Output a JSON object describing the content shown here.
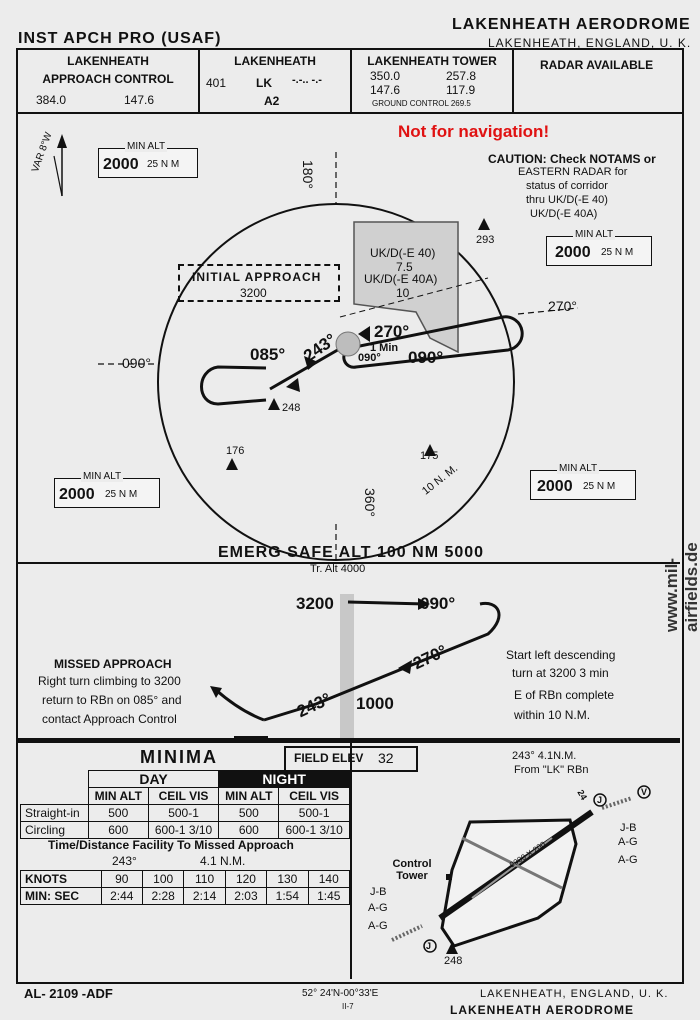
{
  "header": {
    "procedure_title": "INST APCH PRO (USAF)",
    "aerodrome_name": "LAKENHEATH AERODROME",
    "location": "LAKENHEATH, ENGLAND, U. K."
  },
  "comms": {
    "approach_control": {
      "line1": "LAKENHEATH",
      "line2": "APPROACH CONTROL",
      "freq1": "384.0",
      "freq2": "147.6"
    },
    "beacon": {
      "name": "LAKENHEATH",
      "freq": "401",
      "ident": "LK",
      "morse": "-.-.. -.-",
      "class": "A2"
    },
    "tower": {
      "label": "LAKENHEATH TOWER",
      "f1": "350.0",
      "f2": "257.8",
      "f3": "147.6",
      "f4": "117.9",
      "ground": "GROUND CONTROL  269.5"
    },
    "radar": "RADAR AVAILABLE"
  },
  "plan": {
    "watermark": "Not for navigation!",
    "caution": [
      "CAUTION: Check NOTAMS or",
      "EASTERN RADAR for",
      "status of corridor",
      "thru UK/D(-E 40)",
      "UK/D(-E 40A)"
    ],
    "variation": "VAR 8°W",
    "min_alt_label": "MIN ALT",
    "min_alt_value": "2000",
    "min_alt_radius": "25 N M",
    "radials": {
      "r180": "180°",
      "r270": "270°",
      "r090": "090°",
      "r360": "360°"
    },
    "ring_label": "10 N. M.",
    "initial_approach": {
      "label": "INITIAL APPROACH",
      "alt": "3200"
    },
    "danger_area": [
      "UK/D(-E 40)",
      "7.5",
      "UK/D(-E 40A)",
      "10"
    ],
    "track": {
      "outbound": "085°",
      "inbound": "243°",
      "hold_out": "270°",
      "hold_in": "090°",
      "hold_time": "1 Min",
      "hold_in_small": "090°"
    },
    "obstacles": [
      "293",
      "248",
      "176",
      "175"
    ],
    "emergency": "EMERG SAFE ALT 100 NM 5000",
    "site_mark": "www.mil-airfields.de"
  },
  "profile": {
    "trans_alt": "Tr. Alt 4000",
    "alt_3200": "3200",
    "hdg_090": "090°",
    "hdg_270": "270°",
    "hdg_243": "243°",
    "alt_1000": "1000",
    "missed_title": "MISSED APPROACH",
    "missed_lines": [
      "Right turn climbing to 3200",
      "return to RBn on 085° and",
      "contact Approach Control"
    ],
    "start_lines": [
      "Start left descending",
      "turn at 3200 3 min",
      "E of RBn complete",
      "within 10 N.M."
    ]
  },
  "minima": {
    "title": "MINIMA",
    "field_elev_label": "FIELD ELEV",
    "field_elev": "32",
    "day": "DAY",
    "night": "NIGHT",
    "col_headers": [
      "MIN ALT",
      "CEIL VIS",
      "MIN ALT",
      "CEIL VIS"
    ],
    "rows": [
      {
        "label": "Straight-in",
        "alt_day": "500",
        "cv_day": "500-1",
        "alt_night": "500",
        "cv_night": "500-1"
      },
      {
        "label": "Circling",
        "alt_day": "600",
        "cv_day": "600-1 3/10",
        "alt_night": "600",
        "cv_night": "600-1 3/10"
      }
    ],
    "td_title": "Time/Distance Facility To Missed Approach",
    "td_hdg": "243°",
    "td_dist": "4.1 N.M.",
    "knots_label": "KNOTS",
    "knots": [
      "90",
      "100",
      "110",
      "120",
      "130",
      "140"
    ],
    "minsec_label": "MIN: SEC",
    "times": [
      "2:44",
      "2:28",
      "2:14",
      "2:03",
      "1:54",
      "1:45"
    ]
  },
  "aerodrome_diagram": {
    "ref_line1": "243° 4.1N.M.",
    "ref_line2": "From \"LK\" RBn",
    "control_tower": "Control Tower",
    "runway": "9000 X 200",
    "rwy_end": "24",
    "left_labels": [
      "J-B",
      "A-G",
      "A-G"
    ],
    "right_labels": [
      "J-B",
      "A-G",
      "A-G"
    ],
    "obstacle": "248",
    "j_label": "J",
    "v_label": "V"
  },
  "footer": {
    "chart_id": "AL- 2109 -ADF",
    "coords": "52° 24'N-00°33'E",
    "page": "II-7",
    "location": "LAKENHEATH, ENGLAND, U. K.",
    "aerodrome_name": "LAKENHEATH AERODROME"
  }
}
